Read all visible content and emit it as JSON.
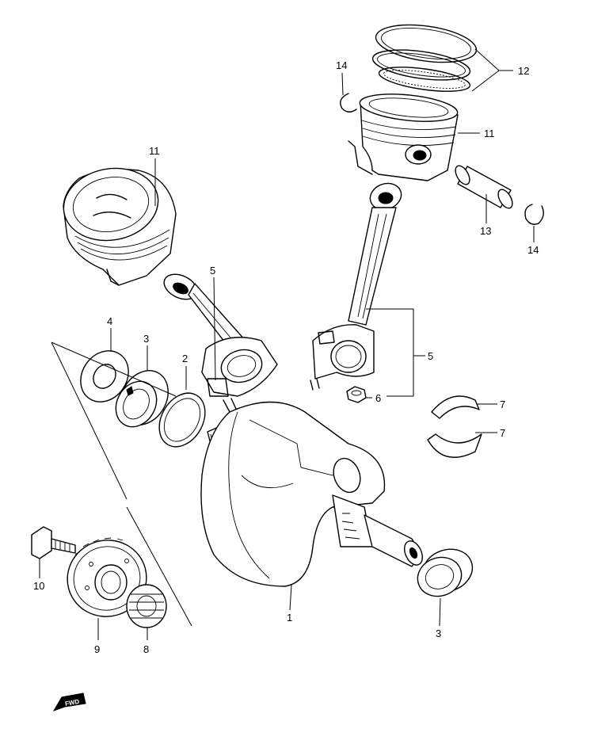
{
  "callouts": [
    {
      "id": "c1",
      "number": "1"
    },
    {
      "id": "c2",
      "number": "2"
    },
    {
      "id": "c3a",
      "number": "3"
    },
    {
      "id": "c3b",
      "number": "3"
    },
    {
      "id": "c4",
      "number": "4"
    },
    {
      "id": "c5a",
      "number": "5"
    },
    {
      "id": "c5b",
      "number": "5"
    },
    {
      "id": "c6",
      "number": "6"
    },
    {
      "id": "c7a",
      "number": "7"
    },
    {
      "id": "c7b",
      "number": "7"
    },
    {
      "id": "c8",
      "number": "8"
    },
    {
      "id": "c9",
      "number": "9"
    },
    {
      "id": "c10",
      "number": "10"
    },
    {
      "id": "c11a",
      "number": "11"
    },
    {
      "id": "c11b",
      "number": "11"
    },
    {
      "id": "c12",
      "number": "12"
    },
    {
      "id": "c13",
      "number": "13"
    },
    {
      "id": "c14a",
      "number": "14"
    },
    {
      "id": "c14b",
      "number": "14"
    }
  ],
  "fwd_label": "FWD"
}
